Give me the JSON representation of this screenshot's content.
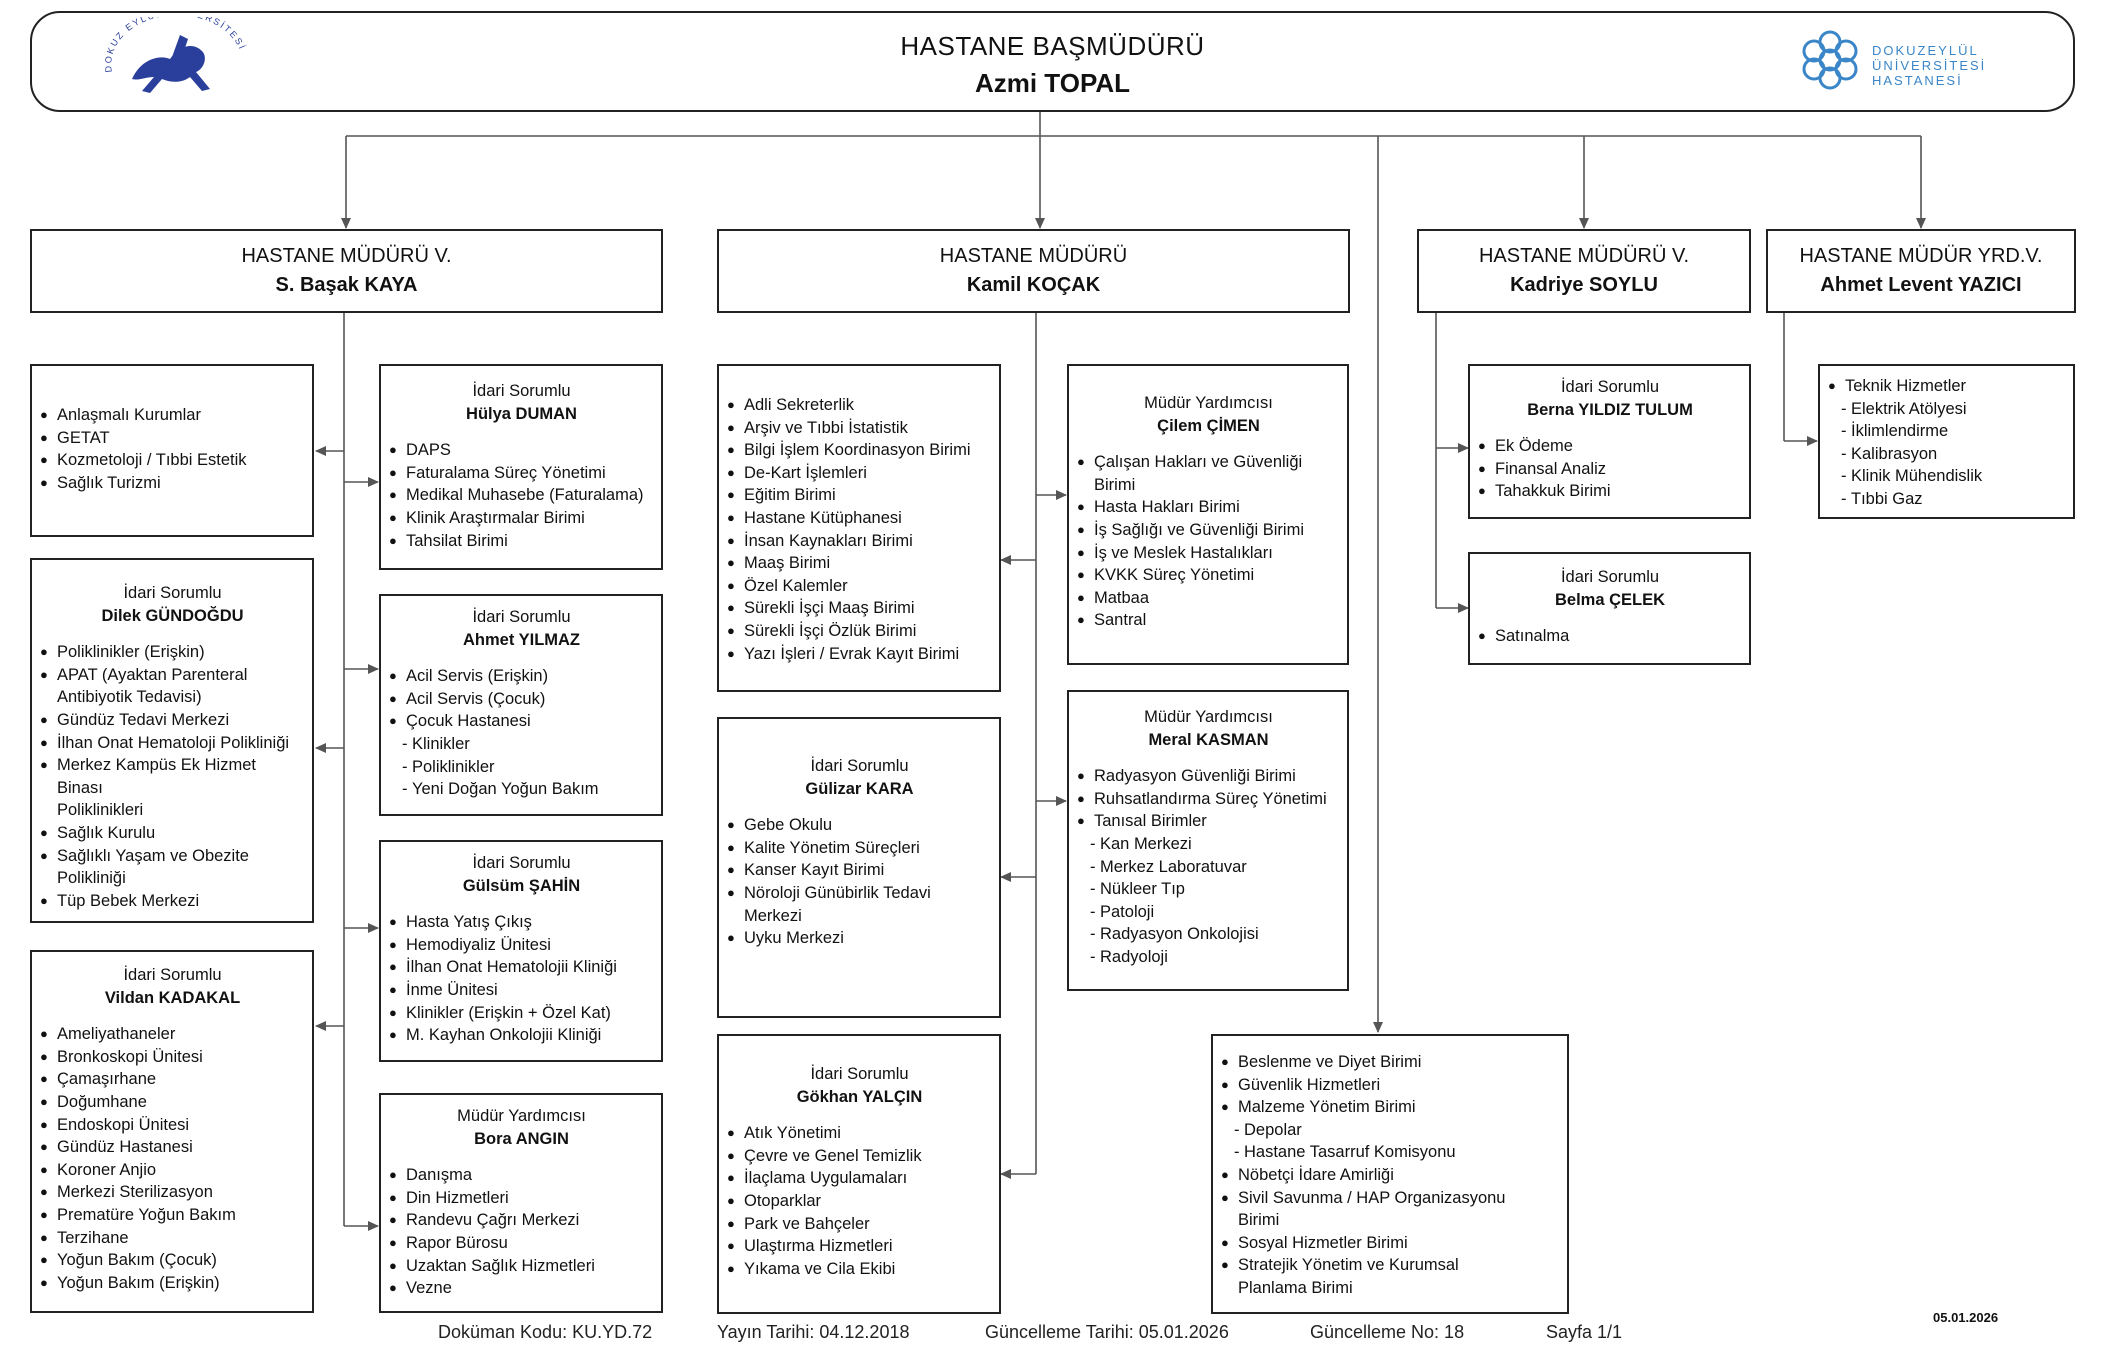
{
  "header": {
    "title": "HASTANE BAŞMÜDÜRÜ",
    "name": "Azmi TOPAL",
    "logo_right_text": [
      "DOKUZEYLÜL",
      "ÜNİVERSİTESİ",
      "HASTANESİ"
    ],
    "logo_left_text": "DOKUZ EYLÜL ÜNİVERSİTESİ",
    "brand_color": "#3a86c8",
    "seal_color": "#2a3f9c"
  },
  "managers": {
    "m1": {
      "title": "HASTANE MÜDÜRÜ V.",
      "name": "S. Başak KAYA"
    },
    "m2": {
      "title": "HASTANE MÜDÜRÜ",
      "name": "Kamil KOÇAK"
    },
    "m3": {
      "title": "HASTANE MÜDÜRÜ V.",
      "name": "Kadriye SOYLU"
    },
    "m4": {
      "title": "HASTANE MÜDÜR YRD.V.",
      "name": "Ahmet Levent YAZICI"
    }
  },
  "units": {
    "kaya_direct": {
      "items": [
        "Anlaşmalı Kurumlar",
        "GETAT",
        "Kozmetoloji / Tıbbi Estetik",
        "Sağlık Turizmi"
      ]
    },
    "gundogdu": {
      "role": "İdari Sorumlu",
      "name": "Dilek GÜNDOĞDU",
      "items": [
        "Poliklinikler (Erişkin)",
        "APAT (Ayaktan Parenteral",
        "Antibiyotik Tedavisi)",
        "Gündüz Tedavi Merkezi",
        "İlhan Onat Hematoloji Polikliniği",
        "Merkez Kampüs Ek Hizmet Binası",
        "Poliklinikleri",
        "Sağlık Kurulu",
        "Sağlıklı Yaşam ve Obezite",
        "Polikliniği",
        "Tüp Bebek Merkezi"
      ]
    },
    "kadakal": {
      "role": "İdari Sorumlu",
      "name": "Vildan KADAKAL",
      "items": [
        "Ameliyathaneler",
        "Bronkoskopi Ünitesi",
        "Çamaşırhane",
        "Doğumhane",
        "Endoskopi Ünitesi",
        "Gündüz Hastanesi",
        "Koroner Anjio",
        "Merkezi Sterilizasyon",
        "Prematüre Yoğun Bakım",
        "Terzihane",
        "Yoğun Bakım (Çocuk)",
        "Yoğun Bakım (Erişkin)"
      ]
    },
    "duman": {
      "role": "İdari Sorumlu",
      "name": "Hülya DUMAN",
      "items": [
        "DAPS",
        "Faturalama Süreç Yönetimi",
        "Medikal Muhasebe (Faturalama)",
        "Klinik Araştırmalar Birimi",
        "Tahsilat Birimi"
      ]
    },
    "yilmaz": {
      "role": "İdari Sorumlu",
      "name": "Ahmet YILMAZ",
      "items": [
        "Acil Servis (Erişkin)",
        "Acil Servis (Çocuk)",
        "Çocuk Hastanesi",
        "Klinikler",
        "Poliklinikler",
        "Yeni Doğan Yoğun Bakım"
      ]
    },
    "sahin": {
      "role": "İdari Sorumlu",
      "name": "Gülsüm ŞAHİN",
      "items": [
        "Hasta Yatış Çıkış",
        "Hemodiyaliz Ünitesi",
        "İlhan Onat Hematolojii Kliniği",
        "İnme Ünitesi",
        "Klinikler (Erişkin + Özel Kat)",
        "M. Kayhan Onkolojii Kliniği"
      ]
    },
    "angin": {
      "role": "Müdür Yardımcısı",
      "name": "Bora ANGIN",
      "items": [
        "Danışma",
        "Din Hizmetleri",
        "Randevu Çağrı Merkezi",
        "Rapor Bürosu",
        "Uzaktan Sağlık Hizmetleri",
        "Vezne"
      ]
    },
    "kocak_direct": {
      "items": [
        "Adli Sekreterlik",
        "Arşiv ve Tıbbi İstatistik",
        "Bilgi İşlem Koordinasyon Birimi",
        "De-Kart İşlemleri",
        "Eğitim Birimi",
        "Hastane Kütüphanesi",
        "İnsan Kaynakları Birimi",
        "Maaş Birimi",
        "Özel Kalemler",
        "Sürekli İşçi Maaş Birimi",
        "Sürekli İşçi Özlük Birimi",
        "Yazı İşleri / Evrak Kayıt Birimi"
      ]
    },
    "kara": {
      "role": "İdari Sorumlu",
      "name": "Gülizar KARA",
      "items": [
        "Gebe Okulu",
        "Kalite Yönetim Süreçleri",
        "Kanser Kayıt Birimi",
        "Nöroloji Günübirlik Tedavi",
        "Merkezi",
        "Uyku Merkezi"
      ]
    },
    "yalcin": {
      "role": "İdari Sorumlu",
      "name": "Gökhan YALÇIN",
      "items": [
        "Atık Yönetimi",
        "Çevre ve Genel Temizlik",
        "İlaçlama Uygulamaları",
        "Otoparklar",
        "Park ve Bahçeler",
        "Ulaştırma Hizmetleri",
        "Yıkama ve Cila Ekibi"
      ]
    },
    "cimen": {
      "role": "Müdür Yardımcısı",
      "name": "Çilem ÇİMEN",
      "items": [
        "Çalışan Hakları ve Güvenliği",
        "Birimi",
        "Hasta Hakları Birimi",
        "İş Sağlığı ve Güvenliği Birimi",
        "İş ve Meslek Hastalıkları",
        "KVKK Süreç Yönetimi",
        "Matbaa",
        "Santral"
      ]
    },
    "kasman": {
      "role": "Müdür Yardımcısı",
      "name": "Meral KASMAN",
      "items": [
        "Radyasyon Güvenliği Birimi",
        "Ruhsatlandırma Süreç Yönetimi",
        "Tanısal Birimler",
        "Kan Merkezi",
        "Merkez Laboratuvar",
        "Nükleer Tıp",
        "Patoloji",
        "Radyasyon Onkolojisi",
        "Radyoloji"
      ]
    },
    "basmudur_direct": {
      "items": [
        "Beslenme ve Diyet Birimi",
        "Güvenlik Hizmetleri",
        "Malzeme Yönetim Birimi",
        "Depolar",
        "Hastane Tasarruf Komisyonu",
        "Nöbetçi İdare Amirliği",
        "Sivil Savunma / HAP Organizasyonu",
        "Birimi",
        "Sosyal Hizmetler Birimi",
        "Stratejik Yönetim ve Kurumsal",
        "Planlama Birimi"
      ]
    },
    "tulum": {
      "role": "İdari Sorumlu",
      "name": "Berna YILDIZ TULUM",
      "items": [
        "Ek Ödeme",
        "Finansal Analiz",
        "Tahakkuk Birimi"
      ]
    },
    "celek": {
      "role": "İdari Sorumlu",
      "name": "Belma ÇELEK",
      "items": [
        "Satınalma"
      ]
    },
    "yazici_direct": {
      "items": [
        "Teknik Hizmetler",
        "Elektrik Atölyesi",
        "İklimlendirme",
        "Kalibrasyon",
        "Klinik Mühendislik",
        "Tıbbi Gaz"
      ]
    }
  },
  "footer": {
    "doc_code": "Doküman Kodu: KU.YD.72",
    "publish_date": "Yayın Tarihi: 04.12.2018",
    "update_date": "Güncelleme Tarihi: 05.01.2026",
    "update_no": "Güncelleme No: 18",
    "page": "Sayfa 1/1",
    "stamp": "05.01.2026"
  }
}
